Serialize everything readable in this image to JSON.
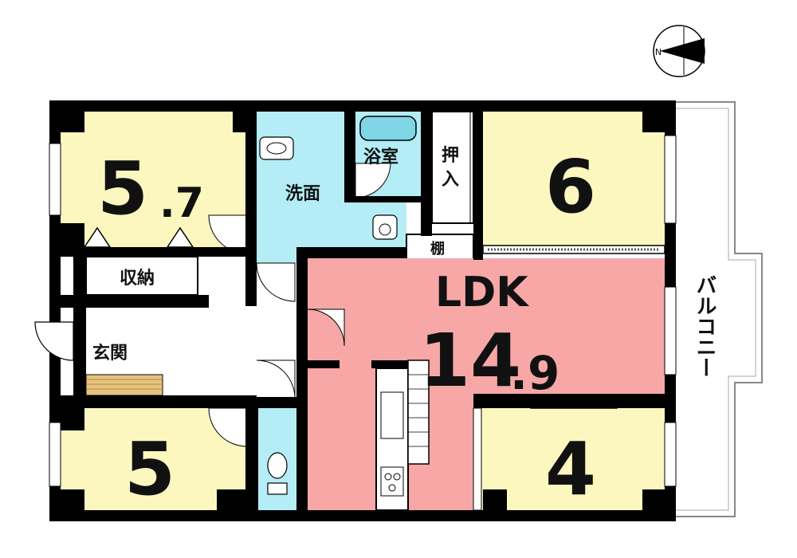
{
  "compass": {
    "north_label": "N"
  },
  "rooms": {
    "western_a": {
      "size": "5",
      "size_decimal": ".7"
    },
    "eastern_6": {
      "size": "6"
    },
    "western_5": {
      "size": "5"
    },
    "eastern_4": {
      "size": "4"
    },
    "ldk": {
      "label": "LDK",
      "size": "14",
      "size_decimal": ".9"
    }
  },
  "labels": {
    "bath": "浴室",
    "washroom": "洗面",
    "closet_oshiire": "押入",
    "shelf": "棚",
    "storage": "収納",
    "entrance": "玄関",
    "balcony": "バルコニー"
  },
  "colors": {
    "room_yellow": "#fbf7bf",
    "ldk_pink": "#f6a7a6",
    "wet_blue": "#b4edf6",
    "wall": "#000000",
    "floor_tan": "#e6c47f"
  }
}
